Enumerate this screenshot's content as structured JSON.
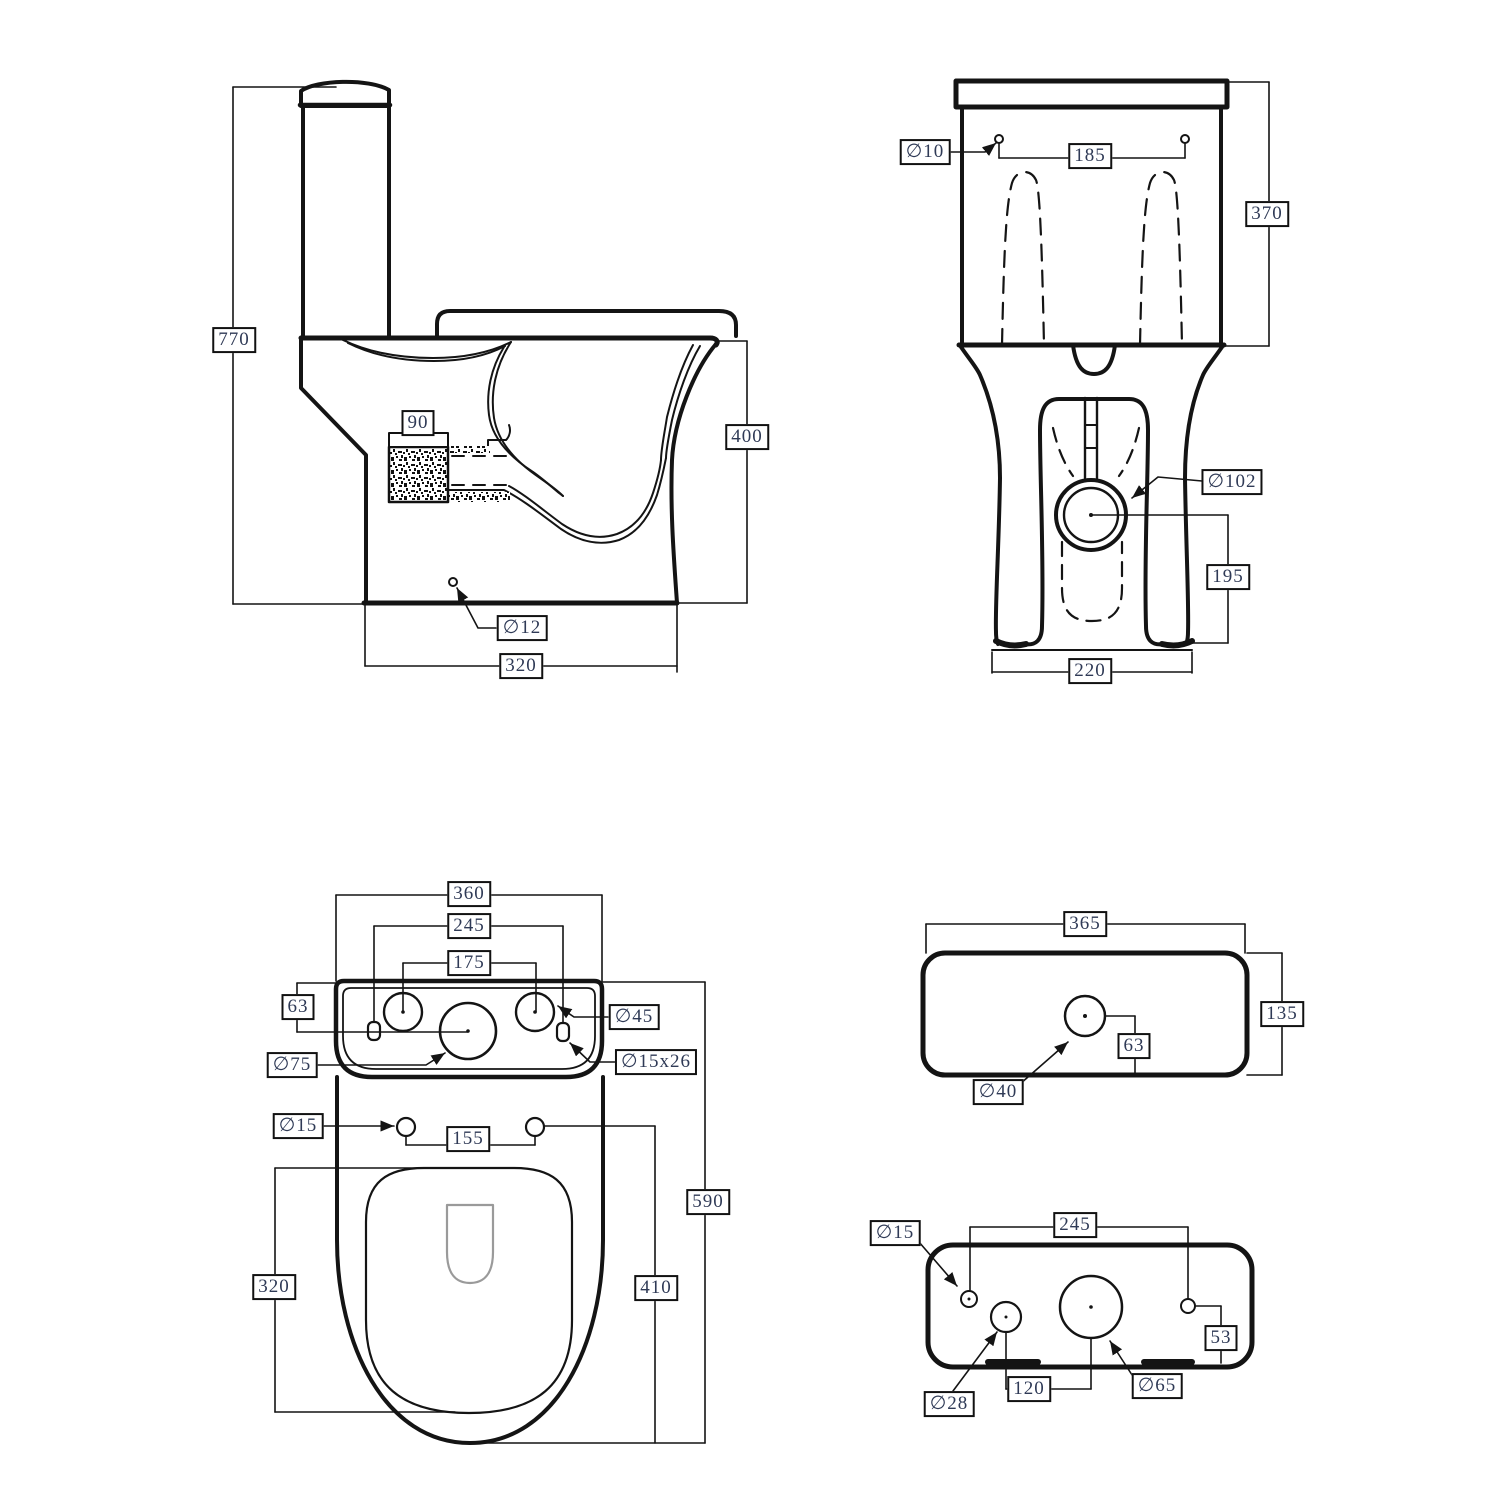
{
  "colors": {
    "line": "#141414",
    "text": "#2f3a56",
    "box_border": "#111111",
    "muted_line": "#9a9a9a"
  },
  "views": {
    "side": {
      "overall_height": "770",
      "outlet_width": "90",
      "bowl_height": "400",
      "base_fixing_hole": "∅12",
      "outlet_setout": "320"
    },
    "rear": {
      "cistern_fixing_hole": "∅10",
      "fixing_hole_spacing": "185",
      "cistern_height": "370",
      "spigot_diameter": "∅102",
      "spigot_centre_height": "195",
      "base_width": "220"
    },
    "plan": {
      "cistern_width": "360",
      "side_hole_spacing": "245",
      "top_hole_spacing": "175",
      "edge_to_flush_centre": "63",
      "top_hole_diameter": "∅45",
      "flush_hole_diameter": "∅75",
      "side_slot_size": "∅15x26",
      "seat_hole_diameter": "∅15",
      "seat_hole_spacing": "155",
      "overall_depth": "590",
      "seat_holes_to_front": "410",
      "bowl_opening_length": "320"
    },
    "cistern_lid": {
      "width": "365",
      "depth": "135",
      "button_offset": "63",
      "button_hole_diameter": "∅40"
    },
    "cistern_base": {
      "fixing_hole": "∅15",
      "fixing_hole_spacing": "245",
      "hole_edge_offset": "53",
      "inlet_hole_diameter": "∅28",
      "hole_spacing": "120",
      "flush_valve_diameter": "∅65"
    }
  }
}
